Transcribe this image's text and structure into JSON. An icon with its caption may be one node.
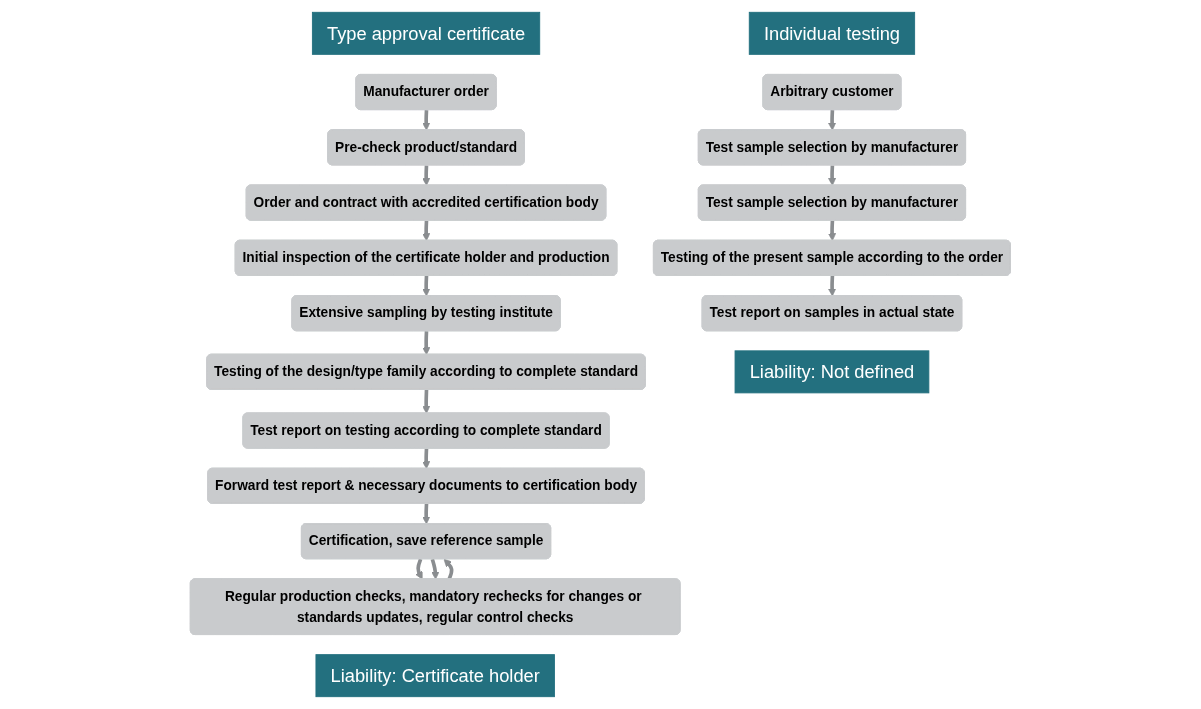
{
  "diagram": {
    "nodes": [
      {
        "text": [
          "Type approval certificate"
        ]
      },
      {
        "text": [
          "Manufacturer order"
        ]
      },
      {
        "text": [
          "Pre-check product/standard"
        ]
      },
      {
        "text": [
          "Order and contract with accredited certification body"
        ]
      },
      {
        "text": [
          "Initial inspection of the certificate holder and production"
        ]
      },
      {
        "text": [
          "Extensive sampling by testing institute"
        ]
      },
      {
        "text": [
          "Testing of the design/type family according to complete standard"
        ]
      },
      {
        "text": [
          "Test report on testing according to complete standard"
        ]
      },
      {
        "text": [
          "Forward test report & necessary documents to certification body"
        ]
      },
      {
        "text": [
          "Certification, save reference sample"
        ]
      },
      {
        "text": [
          "Regular production checks, mandatory rechecks for changes or standards updates, regular control checks"
        ]
      },
      {
        "text": [
          "Liability: Certificate holder"
        ]
      },
      {
        "text": [
          "Individual testing"
        ]
      },
      {
        "text": [
          "Arbitrary customer"
        ]
      },
      {
        "text": [
          "Test sample selection by manufacturer"
        ]
      },
      {
        "text": [
          "Test sample selection by manufacturer"
        ]
      },
      {
        "text": [
          "Testing of the present sample according to the order"
        ]
      },
      {
        "text": [
          "Test report on samples in actual state"
        ]
      },
      {
        "text": [
          "Liability: Not defined"
        ]
      }
    ],
    "edges": [
      {
        "from": 1,
        "to": 2,
        "arrow": "to"
      },
      {
        "from": 2,
        "to": 3,
        "arrow": "to"
      },
      {
        "from": 3,
        "to": 4,
        "arrow": "to"
      },
      {
        "from": 4,
        "to": 5,
        "arrow": "to"
      },
      {
        "from": 5,
        "to": 6,
        "arrow": "to"
      },
      {
        "from": 6,
        "to": 7,
        "arrow": "to"
      },
      {
        "from": 7,
        "to": 8,
        "arrow": "to"
      },
      {
        "from": 8,
        "to": 9,
        "arrow": "to"
      },
      {
        "from": 9,
        "to": 10,
        "arrow": "to"
      },
      {
        "from": 10,
        "to": 9,
        "arrow": "to"
      },
      {
        "from": 9,
        "to": 10,
        "arrow": "to"
      },
      {
        "from": 13,
        "to": 14,
        "arrow": "to"
      },
      {
        "from": 14,
        "to": 15,
        "arrow": "to"
      },
      {
        "from": 15,
        "to": 16,
        "arrow": "to"
      },
      {
        "from": 16,
        "to": 17,
        "arrow": "to"
      }
    ]
  }
}
